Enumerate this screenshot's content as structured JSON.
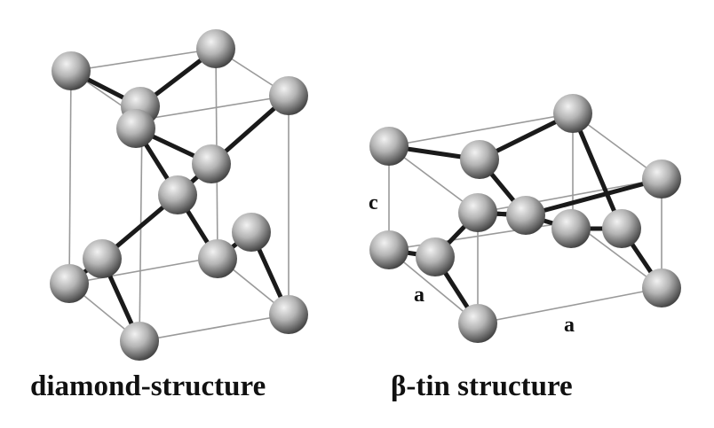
{
  "panels": [
    {
      "caption": "diamond-structure"
    },
    {
      "caption": "β-tin structure",
      "labels": {
        "c": "c",
        "a_left": "a",
        "a_bottom": "a"
      }
    }
  ],
  "colors": {
    "cell_edge": "#9a9a9a",
    "bond": "#1a1a1a",
    "atom_light": "#f2f2f2",
    "atom_mid": "#9c9c9c",
    "atom_dark": "#3c3c3c"
  }
}
